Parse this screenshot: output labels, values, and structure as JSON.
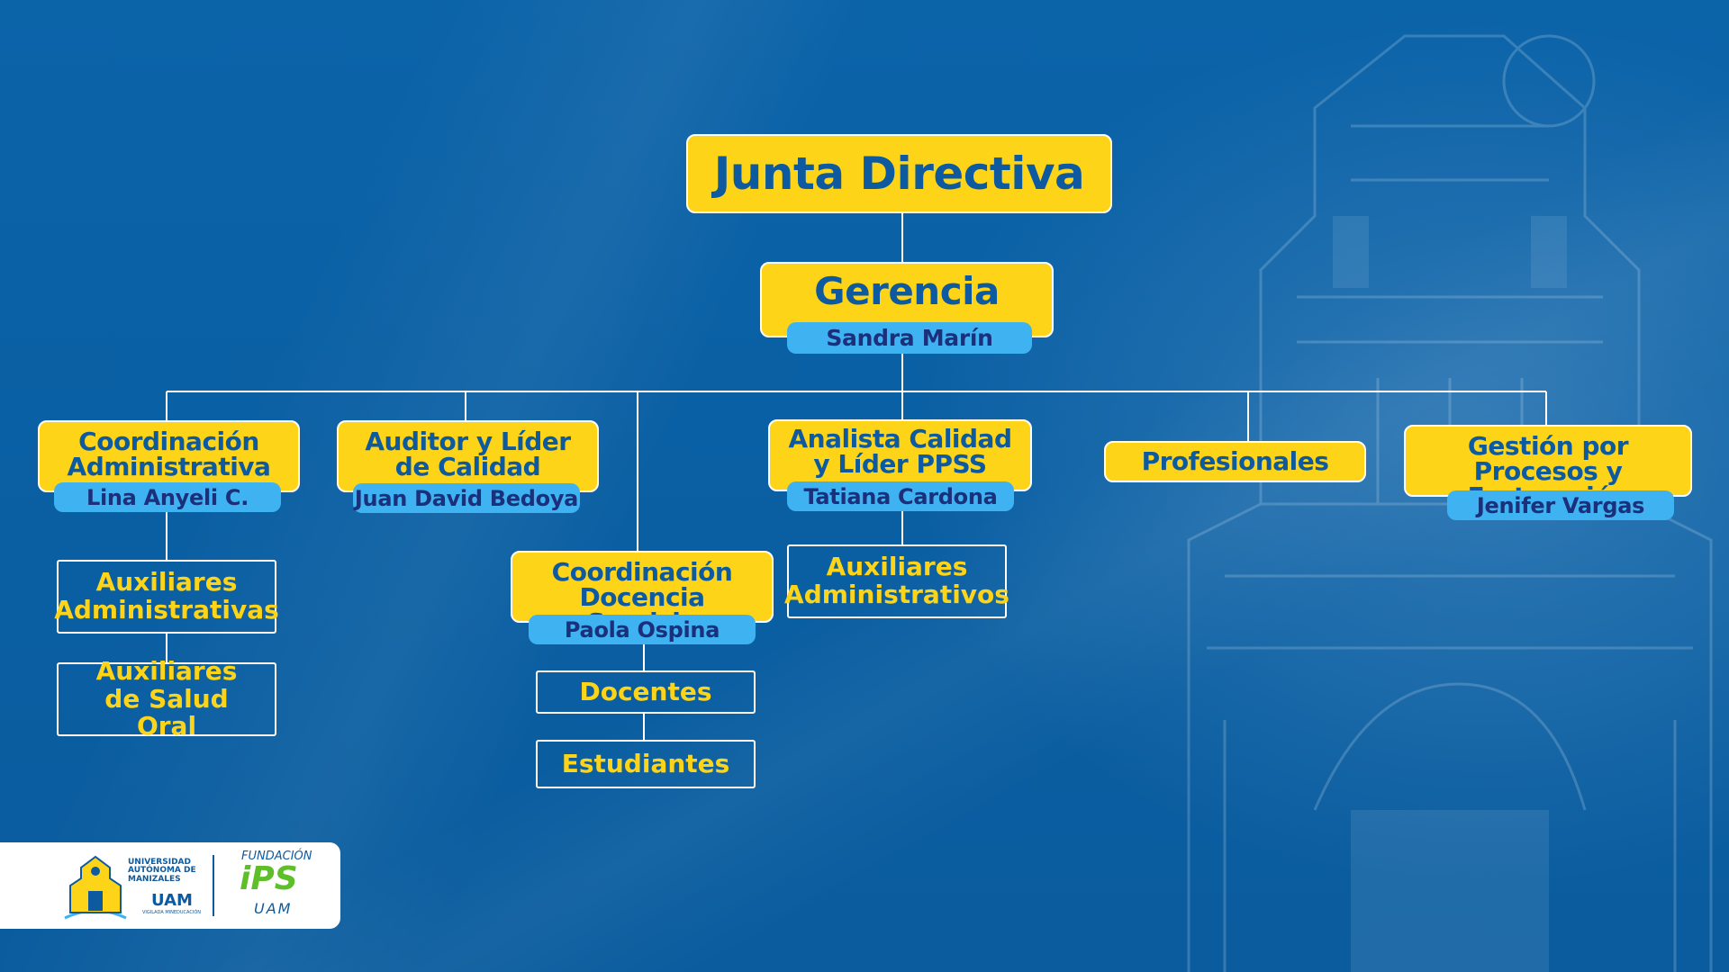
{
  "top": {
    "title": "Junta Directiva"
  },
  "gerencia": {
    "title": "Gerencia",
    "person": "Sandra Marín"
  },
  "coord_admin": {
    "title": "Coordinación Administrativa",
    "person": "Lina Anyeli C."
  },
  "auditor": {
    "title": "Auditor y Líder de Calidad",
    "person": "Juan David Bedoya"
  },
  "coord_docencia": {
    "title": "Coordinación Docencia Servicio",
    "person": "Paola Ospina"
  },
  "analista": {
    "title": "Analista Calidad y Líder PPSS",
    "person": "Tatiana Cardona"
  },
  "profesionales": {
    "title": "Profesionales"
  },
  "gestion": {
    "title": "Gestión por Procesos y Facturación",
    "person": "Jenifer Vargas"
  },
  "sub": {
    "aux_admin_f": "Auxiliares Administrativas",
    "aux_salud": "Auxiliares de Salud Oral",
    "docentes": "Docentes",
    "estudiantes": "Estudiantes",
    "aux_admin_m": "Auxiliares Administrativos"
  },
  "logos": {
    "uam_name": "UNIVERSIDAD AUTÓNOMA DE MANIZALES",
    "uam_short": "UAM",
    "uam_tag": "VIGILADA MINEDUCACIÓN",
    "fundacion": "FUNDACIÓN",
    "ips": "iPS",
    "ips_uam": "UAM"
  },
  "colors": {
    "background": "#0b62a6",
    "box_yellow": "#fdd418",
    "pill_blue": "#3fb2f2",
    "title_blue": "#0d5aa0"
  }
}
